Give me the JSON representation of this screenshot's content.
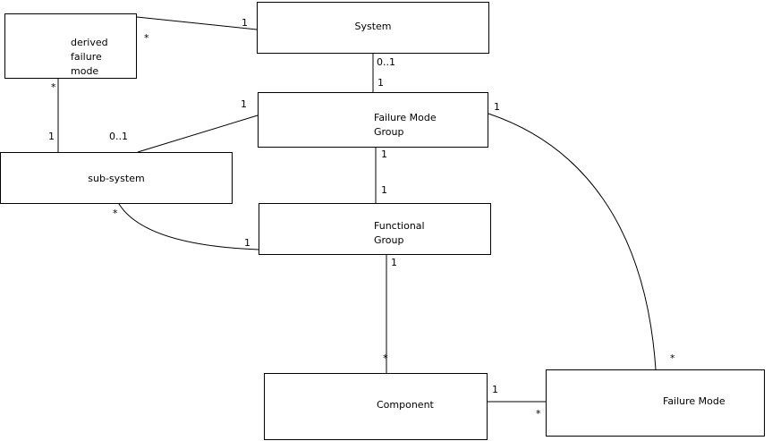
{
  "diagram": {
    "entities": [
      {
        "id": "derived-failure-mode",
        "lines": [
          "derived",
          "failure",
          "mode"
        ]
      },
      {
        "id": "system",
        "lines": [
          "System"
        ]
      },
      {
        "id": "failure-mode-group",
        "lines": [
          "Failure Mode",
          "Group"
        ]
      },
      {
        "id": "sub-system",
        "lines": [
          "sub-system"
        ]
      },
      {
        "id": "functional-group",
        "lines": [
          "Functional",
          "Group"
        ]
      },
      {
        "id": "component",
        "lines": [
          "Component"
        ]
      },
      {
        "id": "failure-mode",
        "lines": [
          "Failure Mode"
        ]
      }
    ],
    "relationships": [
      {
        "id": "system--derived-failure-mode",
        "from": "system",
        "to": "derived-failure-mode",
        "from_card": "1",
        "to_card": "*"
      },
      {
        "id": "system--failure-mode-group",
        "from": "system",
        "to": "failure-mode-group",
        "from_card": "0..1",
        "to_card": "1"
      },
      {
        "id": "derived-failure-mode--sub-system",
        "from": "derived-failure-mode",
        "to": "sub-system",
        "from_card": "*",
        "to_card": "1"
      },
      {
        "id": "failure-mode-group--sub-system",
        "from": "failure-mode-group",
        "to": "sub-system",
        "from_card": "1",
        "to_card": "0..1"
      },
      {
        "id": "failure-mode-group--functional-group",
        "from": "failure-mode-group",
        "to": "functional-group",
        "from_card": "1",
        "to_card": "1"
      },
      {
        "id": "sub-system--functional-group",
        "from": "sub-system",
        "to": "functional-group",
        "from_card": "*",
        "to_card": "1"
      },
      {
        "id": "functional-group--component",
        "from": "functional-group",
        "to": "component",
        "from_card": "1",
        "to_card": "*"
      },
      {
        "id": "component--failure-mode",
        "from": "component",
        "to": "failure-mode",
        "from_card": "1",
        "to_card": "*"
      },
      {
        "id": "failure-mode-group--failure-mode",
        "from": "failure-mode-group",
        "to": "failure-mode",
        "from_card": "1",
        "to_card": "*"
      }
    ]
  }
}
